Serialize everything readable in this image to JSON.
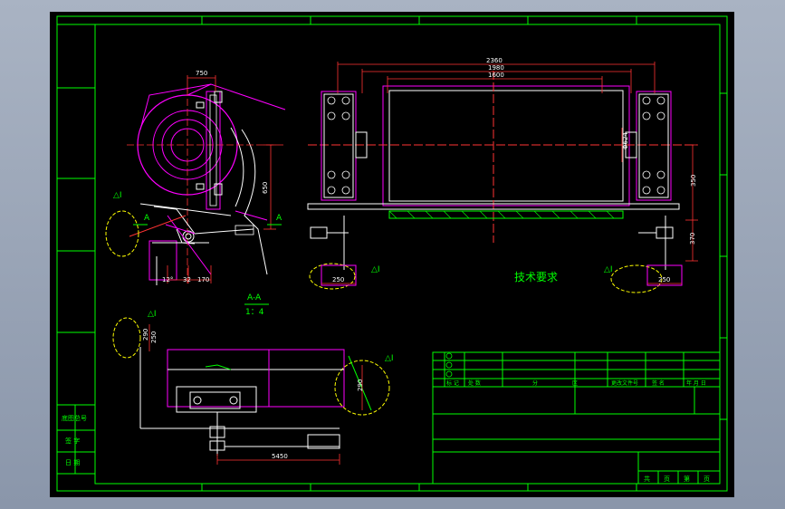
{
  "colors": {
    "background": "#000000",
    "frame": "#00ff00",
    "outline": "#ffffff",
    "dimension": "#ff3333",
    "part": "#ff00ff",
    "centerline": "#ff3333",
    "callout": "#ffff00",
    "hatch": "#00ff00"
  },
  "dimensions": {
    "top_left_width": "750",
    "height_650": "650",
    "len_2360": "2360",
    "len_1980": "1980",
    "len_1600": "1600",
    "dia_624": "Φ624",
    "right_350": "350",
    "right_370": "370",
    "bottom_250_left": "250",
    "bottom_250_right": "250",
    "left_12deg": "12°",
    "left_32": "32",
    "left_170": "170",
    "bottom_5450": "5450",
    "plan_290": "290",
    "plan_250": "250",
    "plan_290b": "290"
  },
  "section_label": "A-A",
  "section_scale": "1：4",
  "section_marker_left": "A",
  "section_marker_right": "A",
  "tech_requirements": "技术要求",
  "detail_marks": [
    "△I",
    "△I",
    "△I",
    "△I",
    "△I"
  ],
  "side_labels": {
    "label1": "底图总号",
    "label2": "签 字",
    "label3": "日 期"
  },
  "title_block": {
    "header_cells": [
      "标 记",
      "处 数",
      "分",
      "区",
      "更改文件号",
      "签 名",
      "年 月 日"
    ],
    "bottom_cells": [
      "共",
      "页",
      "第",
      "页"
    ]
  }
}
